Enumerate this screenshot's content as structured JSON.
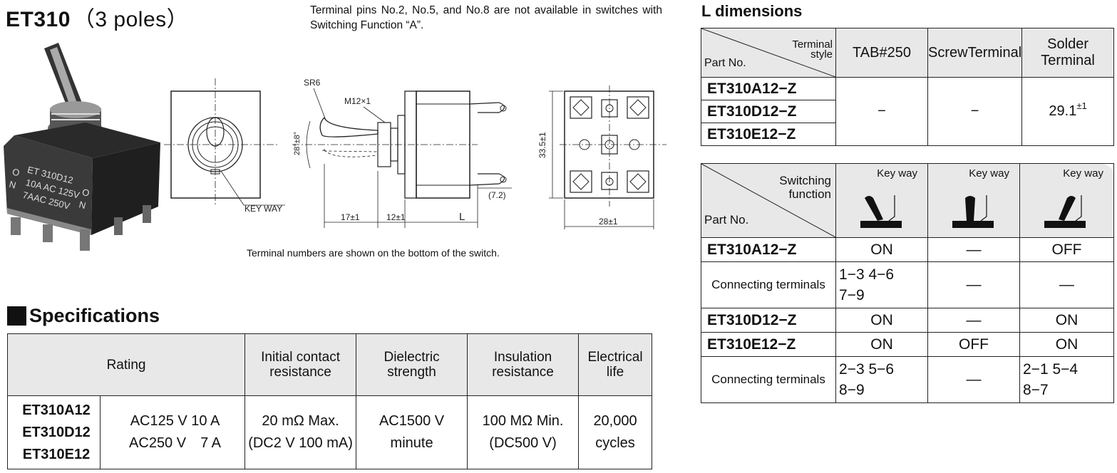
{
  "title": {
    "model": "ET310",
    "poles": "（3 poles）"
  },
  "note": "Terminal pins No.2, No.5, and No.8 are not available in switches with Switching Function “A”.",
  "terminal_note": "Terminal numbers are shown on the bottom of the switch.",
  "product_label": {
    "line1": "ET 310D12",
    "line2": "10A AC 125V",
    "line3": "7AAC 250V",
    "left1": "O",
    "left2": "N",
    "right1": "O",
    "right2": "N"
  },
  "drawing": {
    "keyway": "KEY WAY",
    "sr": "SR6",
    "thread": "M12×1",
    "angle": "28°±8°",
    "dim_17": "17±1",
    "dim_12": "12±1",
    "dim_L": "L",
    "dim_72": "(7.2)",
    "dim_335": "33.5±1",
    "dim_28": "28±1"
  },
  "specifications": {
    "heading": "Specifications",
    "headers": {
      "rating": "Rating",
      "contact_1": "Initial contact",
      "contact_2": "resistance",
      "dielectric_1": "Dielectric",
      "dielectric_2": "strength",
      "insulation_1": "Insulation",
      "insulation_2": "resistance",
      "life_1": "Electrical",
      "life_2": "life"
    },
    "parts": [
      "ET310A12",
      "ET310D12",
      "ET310E12"
    ],
    "rating_1": "AC125 V 10 A",
    "rating_2": "AC250 V　7 A",
    "contact_1": "20 mΩ  Max.",
    "contact_2": "(DC2 V 100 mA)",
    "dielectric_1": "AC1500 V",
    "dielectric_2": "minute",
    "insulation_1": "100 MΩ  Min.",
    "insulation_2": "(DC500 V)",
    "life_1": "20,000",
    "life_2": "cycles"
  },
  "l_dimensions": {
    "heading": "L dimensions",
    "terminal_label_1": "Terminal",
    "terminal_label_2": "style",
    "part_label": "Part No.",
    "col_tab": "TAB#250",
    "col_screw": "ScrewTerminal",
    "col_solder": "Solder Terminal",
    "parts": [
      "ET310A12−Z",
      "ET310D12−Z",
      "ET310E12−Z"
    ],
    "tab_value": "−",
    "screw_value": "−",
    "solder_value": "29.1",
    "solder_tol": "±1"
  },
  "switching": {
    "func_label_1": "Switching",
    "func_label_2": "function",
    "part_label": "Part No.",
    "key_way": "Key way",
    "ct_label": "Connecting terminals",
    "dash": "—",
    "rows": {
      "a_part": "ET310A12−Z",
      "a_1": "ON",
      "a_2": "—",
      "a_3": "OFF",
      "a_ct_1a": "1−3 4−6",
      "a_ct_1b": "7−9",
      "d_part": "ET310D12−Z",
      "d_1": "ON",
      "d_2": "—",
      "d_3": "ON",
      "e_part": "ET310E12−Z",
      "e_1": "ON",
      "e_2": "OFF",
      "e_3": "ON",
      "e_ct_1a": "2−3 5−6",
      "e_ct_1b": "8−9",
      "e_ct_3a": "2−1 5−4",
      "e_ct_3b": "8−7"
    }
  }
}
